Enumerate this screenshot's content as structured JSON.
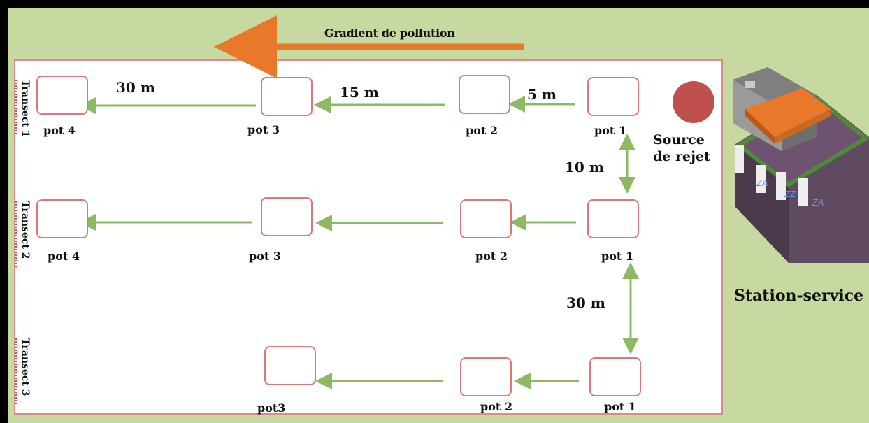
{
  "title": "Gradient de pollution",
  "source_label_line1": "Source",
  "source_label_line2": "de rejet",
  "station_label": "Station-service",
  "transects": [
    {
      "label": "Transect 1"
    },
    {
      "label": "Transect 2"
    },
    {
      "label": "Transect 3"
    }
  ],
  "row1": {
    "pot1": "pot 1",
    "pot2": "pot 2",
    "pot3": "pot 3",
    "pot4": "pot 4"
  },
  "row2": {
    "pot1": "pot 1",
    "pot2": "pot 2",
    "pot3": "pot 3",
    "pot4": "pot 4"
  },
  "row3": {
    "pot1": "pot 1",
    "pot2": "pot 2",
    "pot3": "pot3"
  },
  "distances": {
    "d_5m": "5 m",
    "d_15m": "15 m",
    "d_30m": "30 m",
    "d_10m_vertical": "10 m",
    "d_30m_vertical": "30 m"
  },
  "colors": {
    "gradient_arrow": "#e8792a",
    "connector_arrow": "#8db864",
    "pot_border": "#d97a7a",
    "source": "#c0504d",
    "background": "#c5d9a0"
  }
}
